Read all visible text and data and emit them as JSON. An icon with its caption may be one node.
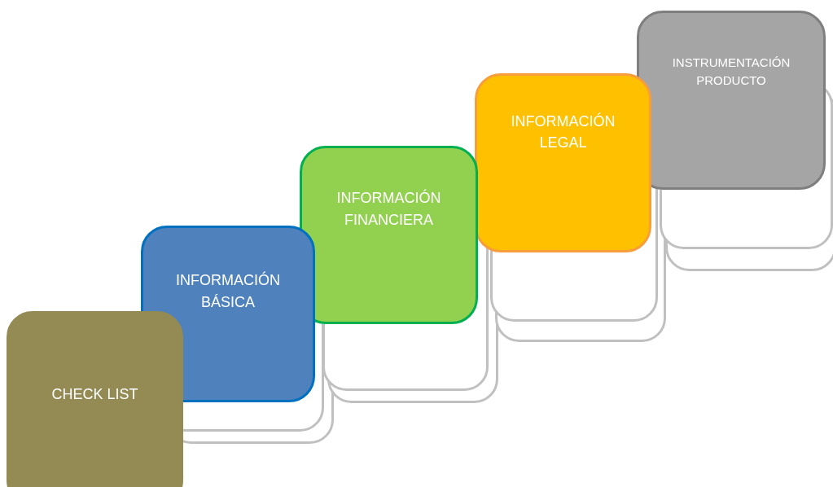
{
  "diagram": {
    "nodes": [
      {
        "text": [
          "CHECK LIST"
        ]
      },
      {
        "text": [
          "INFORMACIÓN BÁSICA"
        ]
      },
      {
        "text": [
          "INFORMACIÓN FINANCIERA"
        ]
      },
      {
        "text": [
          "INFORMACIÓN LEGAL"
        ]
      },
      {
        "text": [
          "INSTRUMENTACIÓN PRODUCTO"
        ]
      }
    ],
    "edges": []
  }
}
